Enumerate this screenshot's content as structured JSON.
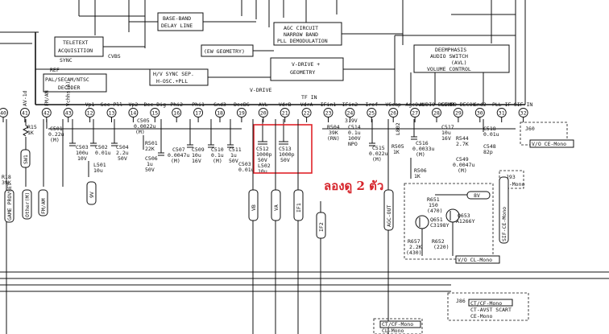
{
  "blocks": {
    "teletext": [
      "TELETEXT",
      "ACQUISITION"
    ],
    "decoder": [
      "PAL/SECAM/NTSC",
      "DECODER"
    ],
    "baseband": [
      "BASE-BAND",
      "DELAY LINE"
    ],
    "hvsync": [
      "H/V SYNC SEP.",
      "H-OSC.+PLL"
    ],
    "agc": [
      "AGC CIRCUIT",
      "NARROW BAND",
      "PLL DEMODULATION"
    ],
    "ew": "(EW GEOMETRY)",
    "vdrive": [
      "V-DRIVE +",
      "GEOMETRY"
    ],
    "deemph": [
      "DEEMPHASIS",
      "AUDIO SWITCH",
      "(AVL)",
      "VOLUME CONTROL"
    ]
  },
  "signals": {
    "sync": "SYNC",
    "cvbs": "CVBS",
    "ref": "REF",
    "tf_in": "TF IN",
    "vdrive": "V-DRIVE"
  },
  "pins": [
    {
      "n": "40",
      "label": ""
    },
    {
      "n": "41",
      "label": "AV-1d"
    },
    {
      "n": "42",
      "label": "FM/AM"
    },
    {
      "n": "43",
      "label": "Vchhs(A)"
    },
    {
      "n": "12",
      "label": "Vp1"
    },
    {
      "n": "13",
      "label": "Sec Pll"
    },
    {
      "n": "14",
      "label": "Vp2"
    },
    {
      "n": "15",
      "label": "Dec Dig"
    },
    {
      "n": "16",
      "label": "Phi2"
    },
    {
      "n": "17",
      "label": "Phi1"
    },
    {
      "n": "18",
      "label": "Gnd3"
    },
    {
      "n": "19",
      "label": "DecBG"
    },
    {
      "n": "20",
      "label": "AVL"
    },
    {
      "n": "21",
      "label": "VdrB"
    },
    {
      "n": "22",
      "label": "VdrA"
    },
    {
      "n": "23",
      "label": "IFin1"
    },
    {
      "n": "24",
      "label": "IFin2"
    },
    {
      "n": "25",
      "label": "Iref"
    },
    {
      "n": "26",
      "label": "VScap"
    },
    {
      "n": "27",
      "label": "AgcOut"
    },
    {
      "n": "28",
      "label": "AUDIO DEEMP"
    },
    {
      "n": "29",
      "label": "SOUND DECOU"
    },
    {
      "n": "30",
      "label": "Gnd2"
    },
    {
      "n": "31",
      "label": "PLL IF"
    },
    {
      "n": "32",
      "label": "SIF IN"
    }
  ],
  "components": {
    "r15": [
      "R15",
      "1K"
    ],
    "c501": [
      "C501",
      "0.22u",
      "(M)"
    ],
    "c503": [
      "C503",
      "100u",
      "10V"
    ],
    "c502": [
      "C502",
      "0.01u"
    ],
    "c504": [
      "C504",
      "2.2u",
      "50V"
    ],
    "c505": [
      "C505",
      "0.0022u",
      "(M)"
    ],
    "r501": [
      "R501",
      "22K"
    ],
    "c506": [
      "C506",
      "1u",
      "50V"
    ],
    "c507": [
      "C507",
      "0.0047u",
      "(M)"
    ],
    "c509": [
      "C509",
      "10u",
      "16V"
    ],
    "c510": [
      "C510",
      "0.1u",
      "(M)"
    ],
    "c511": [
      "C511",
      "1u",
      "50V"
    ],
    "l501": [
      "L501",
      "10u"
    ],
    "c503b": [
      "C503",
      "0.01u"
    ],
    "c512": [
      "C512",
      "1000p",
      "50V"
    ],
    "c513": [
      "C513",
      "1000p",
      "50V"
    ],
    "l502": [
      "L502",
      "10u"
    ],
    "r504": [
      "R504",
      "39K",
      "(RN)"
    ],
    "c514": [
      "C514",
      "0.1u",
      "100V",
      "NPO"
    ],
    "v39": "3.9V",
    "c515": [
      "C515",
      "0.022u",
      "(M)"
    ],
    "r505": [
      "R505",
      "1K"
    ],
    "l802": "L802",
    "c516": [
      "C516",
      "0.0033u",
      "(M)"
    ],
    "c517": [
      "C517",
      "10u",
      "16V"
    ],
    "r544": [
      "R544",
      "2.7K"
    ],
    "c518": [
      "C518",
      "0.01u"
    ],
    "c548": [
      "C548",
      "82p"
    ],
    "c549": [
      "C549",
      "0.0047u",
      "(M)"
    ],
    "r506": [
      "R506",
      "1K"
    ],
    "r651": [
      "R651",
      "150",
      "(470)"
    ],
    "q651": [
      "Q651",
      "C3198Y"
    ],
    "q653": [
      "Q653",
      "A1266Y"
    ],
    "r657": [
      "R657",
      "2.2K",
      "(430)"
    ],
    "r652": [
      "R652",
      "(220)"
    ],
    "r18": [
      "R18",
      "39K"
    ]
  },
  "connectors": {
    "j60": "J60",
    "j93": "J93",
    "j86": "J86"
  },
  "tags": {
    "v_ce_mono": "V/O CE-Mono",
    "ce_mono": "CE-Mono",
    "v_cl_mono": "V/O CL-Mono",
    "j86_lines": [
      "CT/CF-Mono",
      "CT-AVST SCART",
      "CE-Mono"
    ],
    "bottom_lines": [
      "CT/CF-Mono",
      "CL-Mono"
    ],
    "sif_mono": "SIF-CE-Mono",
    "vb": "VB",
    "va": "VA",
    "if1": "IF1",
    "if2": "IF2",
    "agc_out": "AGC-OUT",
    "v8": "8V",
    "v9": "9V",
    "sw1": "SW1",
    "game": "GAME PROVSET",
    "other_m": "Other(M)",
    "fm_am": "FM/AM"
  },
  "annotation": "ลองดู 2 ตัว"
}
